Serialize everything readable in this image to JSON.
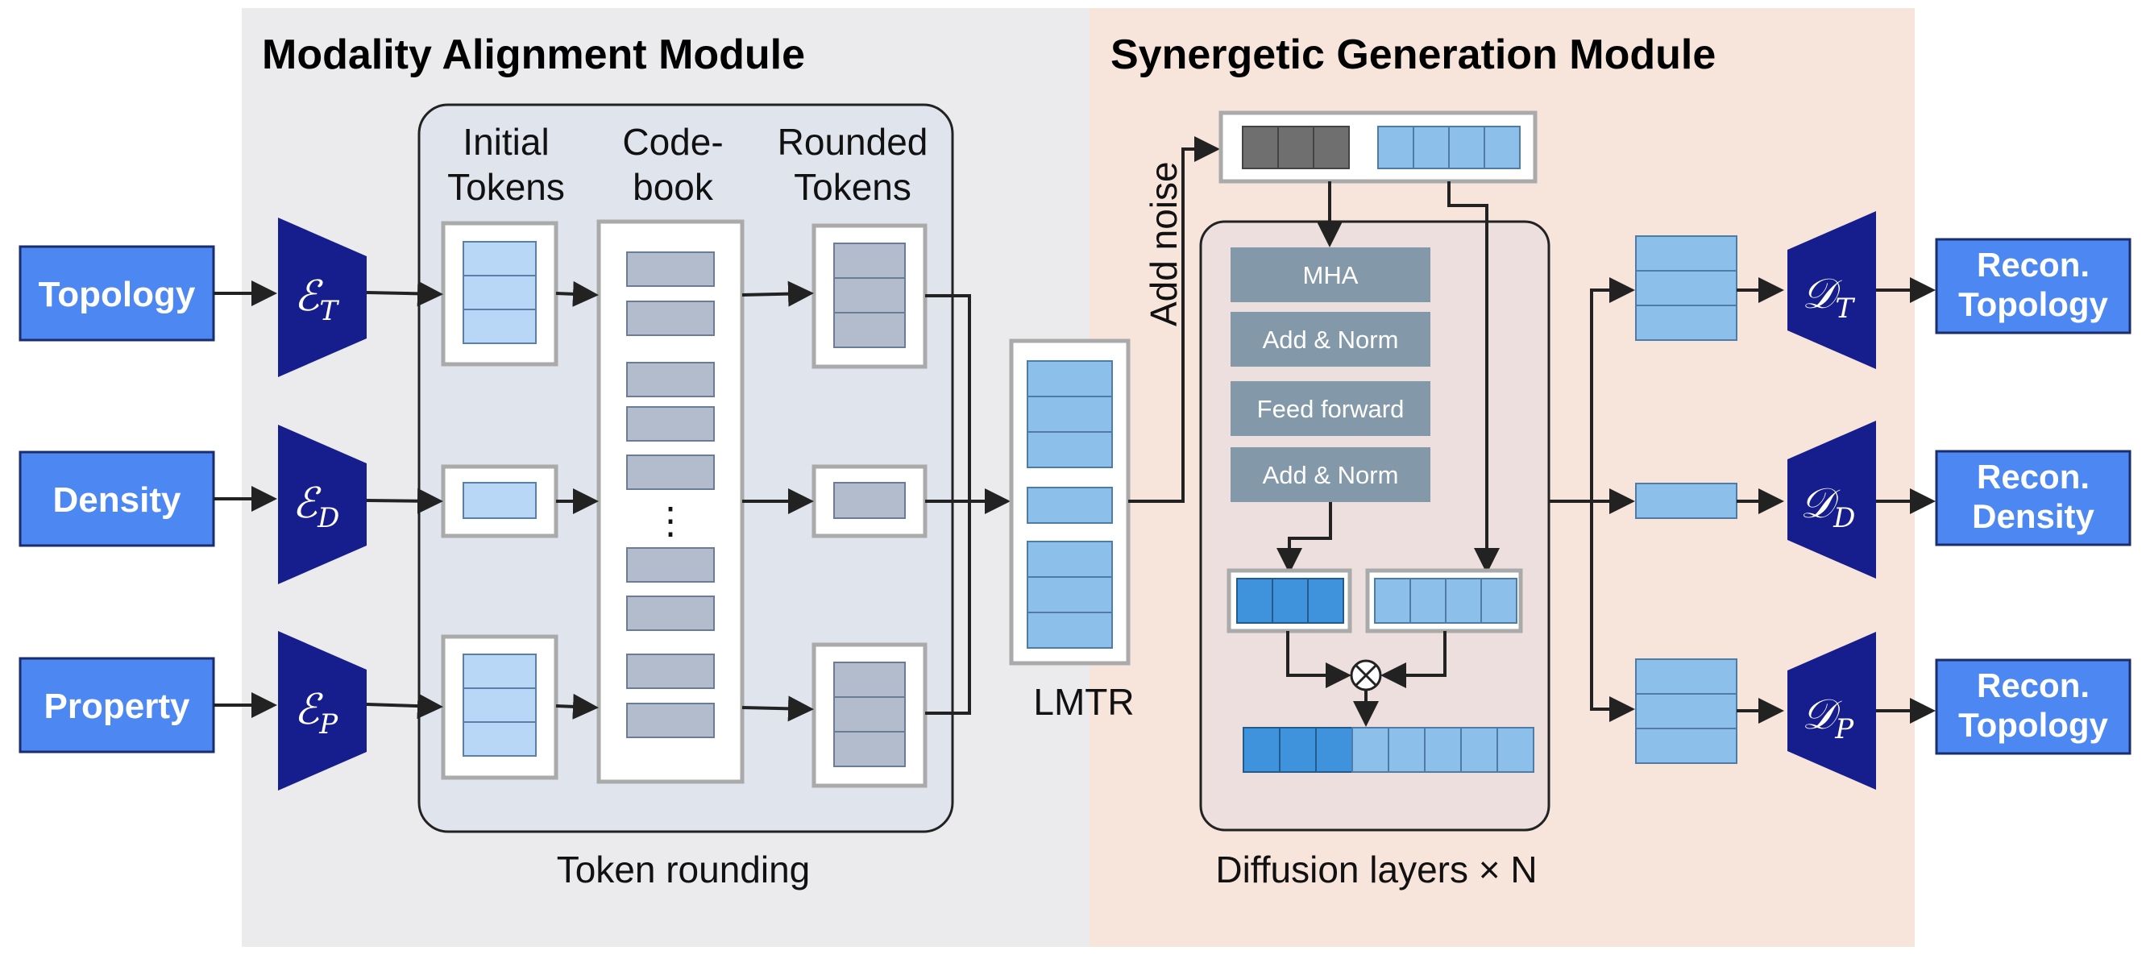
{
  "modules": {
    "alignment_title": "Modality Alignment Module",
    "generation_title": "Synergetic Generation Module"
  },
  "inputs": [
    "Topology",
    "Density",
    "Property"
  ],
  "encoders": [
    {
      "symbol": "ℰ",
      "sub": "T"
    },
    {
      "symbol": "ℰ",
      "sub": "D"
    },
    {
      "symbol": "ℰ",
      "sub": "P"
    }
  ],
  "rounding": {
    "col_initial_1": "Initial",
    "col_initial_2": "Tokens",
    "col_codebook_1": "Code-",
    "col_codebook_2": "book",
    "col_rounded_1": "Rounded",
    "col_rounded_2": "Tokens",
    "dots": "⋮",
    "caption": "Token rounding"
  },
  "lmtr_label": "LMTR",
  "add_noise": "Add noise",
  "diffusion": {
    "blocks": [
      "MHA",
      "Add & Norm",
      "Feed forward",
      "Add & Norm"
    ],
    "multiply": "⊗",
    "caption": "Diffusion layers × N"
  },
  "decoders": [
    {
      "symbol": "𝒟",
      "sub": "T"
    },
    {
      "symbol": "𝒟",
      "sub": "D"
    },
    {
      "symbol": "𝒟",
      "sub": "P"
    }
  ],
  "outputs": [
    {
      "line1": "Recon.",
      "line2": "Topology"
    },
    {
      "line1": "Recon.",
      "line2": "Density"
    },
    {
      "line1": "Recon.",
      "line2": "Topology"
    }
  ],
  "colors": {
    "alignment_bg": "#ebebed",
    "generation_bg": "#f7e5dc",
    "io_box": "#4d88f2",
    "encoder": "#161e8e",
    "token_light": "#9fc8ee",
    "token_gray": "#b2bccd",
    "token_dark": "#3f93dd",
    "noise_token": "#6f6f6f",
    "block": "#8399a9"
  }
}
